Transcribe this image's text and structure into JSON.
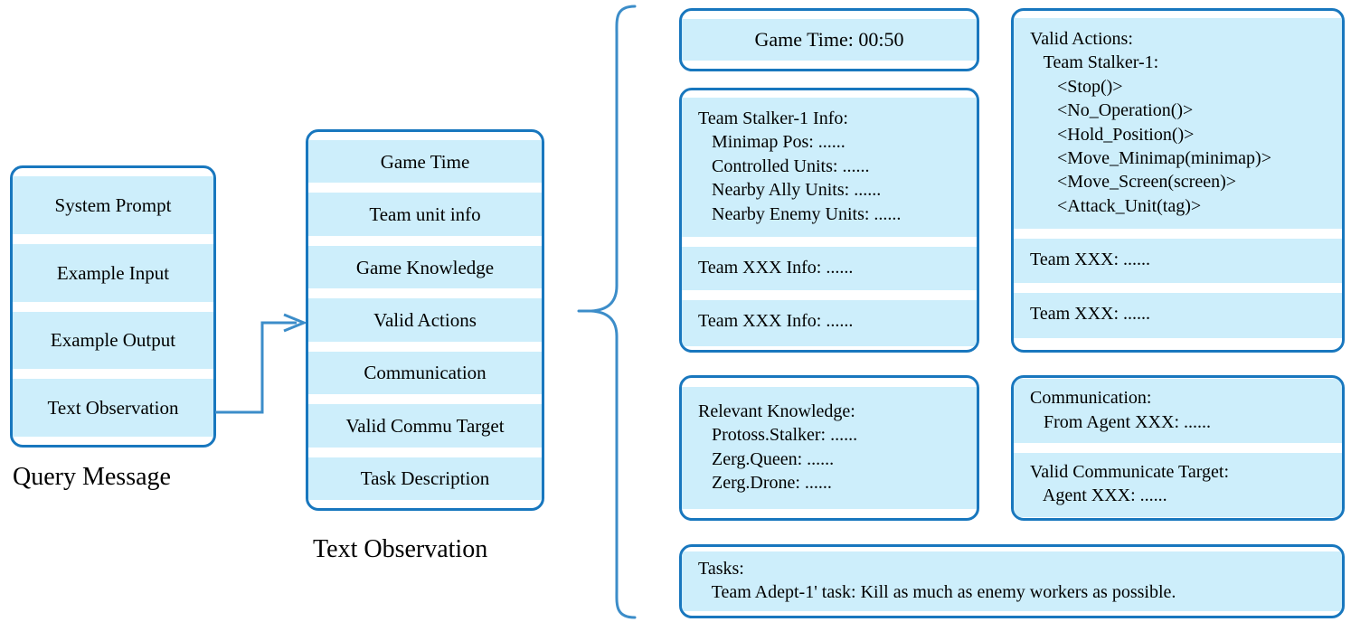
{
  "query_message": {
    "caption": "Query Message",
    "rows": [
      "System Prompt",
      "Example Input",
      "Example Output",
      "Text Observation"
    ]
  },
  "text_observation": {
    "caption": "Text Observation",
    "rows": [
      "Game Time",
      "Team unit info",
      "Game Knowledge",
      "Valid Actions",
      "Communication",
      "Valid Commu Target",
      "Task Description"
    ]
  },
  "panels": {
    "game_time": {
      "text": "Game Time: 00:50"
    },
    "team_info": {
      "blocks": [
        [
          "Team Stalker-1 Info:",
          "   Minimap Pos: ......",
          "   Controlled Units: ......",
          "   Nearby Ally Units: ......",
          "   Nearby Enemy Units: ......"
        ],
        [
          "Team XXX Info: ......"
        ],
        [
          "Team XXX Info: ......"
        ]
      ]
    },
    "valid_actions": {
      "blocks": [
        [
          "Valid Actions:",
          "   Team Stalker-1:",
          "      <Stop()>",
          "      <No_Operation()>",
          "      <Hold_Position()>",
          "      <Move_Minimap(minimap)>",
          "      <Move_Screen(screen)>",
          "      <Attack_Unit(tag)>"
        ],
        [
          "Team XXX: ......"
        ],
        [
          "Team XXX: ......"
        ]
      ]
    },
    "relevant_knowledge": {
      "blocks": [
        [
          "Relevant Knowledge:",
          "   Protoss.Stalker: ......",
          "   Zerg.Queen: ......",
          "   Zerg.Drone: ......"
        ]
      ]
    },
    "communication": {
      "blocks": [
        [
          "Communication:",
          "   From Agent XXX: ......"
        ],
        [
          "Valid Communicate Target:",
          "   Agent XXX: ......"
        ]
      ]
    },
    "tasks": {
      "blocks": [
        [
          "Tasks:",
          "   Team Adept-1' task: Kill as much as enemy workers as possible."
        ]
      ]
    }
  },
  "colors": {
    "border": "#1877BE",
    "fill": "#CDEEFB",
    "connector": "#3C8DC9",
    "brace": "#3C8DC9"
  }
}
